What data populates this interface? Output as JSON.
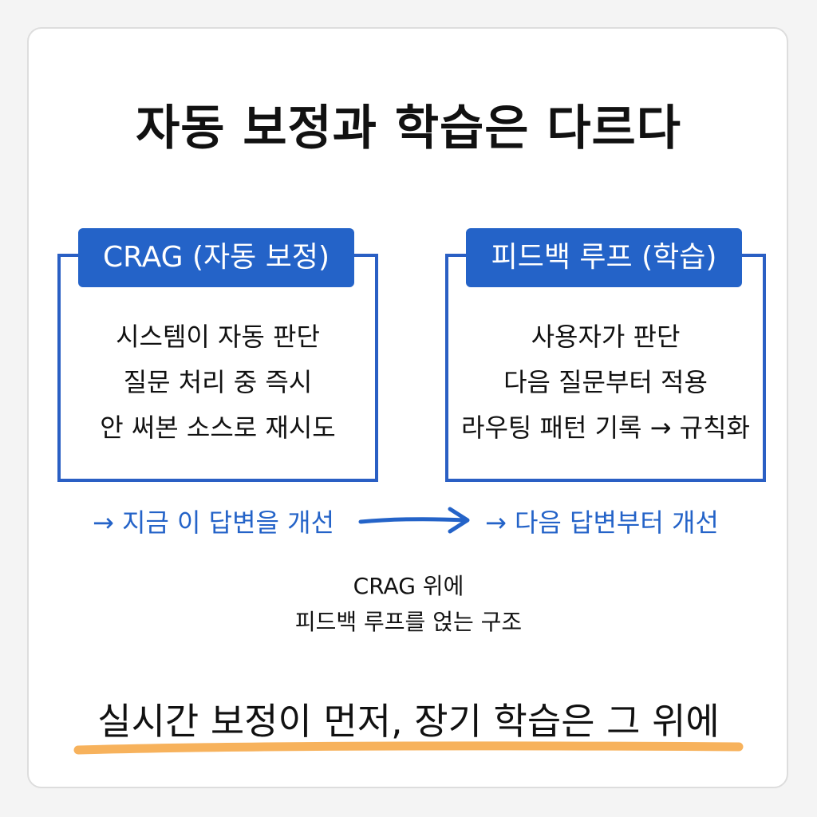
{
  "title": "자동 보정과 학습은 다르다",
  "left_panel": {
    "header": "CRAG (자동 보정)",
    "lines": [
      "시스템이 자동 판단",
      "질문 처리 중 즉시",
      "안 써본 소스로 재시도"
    ],
    "caption": "→ 지금 이 답변을 개선"
  },
  "right_panel": {
    "header": "피드백 루프 (학습)",
    "lines": [
      "사용자가 판단",
      "다음 질문부터 적용",
      "라우팅 패턴 기록 → 규칙화"
    ],
    "caption": "→ 다음 답변부터 개선"
  },
  "note": {
    "lines": [
      "CRAG 위에",
      "피드백 루프를 얹는 구조"
    ]
  },
  "bottom_line": "실시간 보정이 먼저, 장기 학습은 그 위에",
  "colors": {
    "accent_blue": "#2463c8",
    "highlight_orange": "#f7b25c",
    "text": "#111111"
  },
  "icons": {
    "flow": "right-arrow-icon"
  }
}
